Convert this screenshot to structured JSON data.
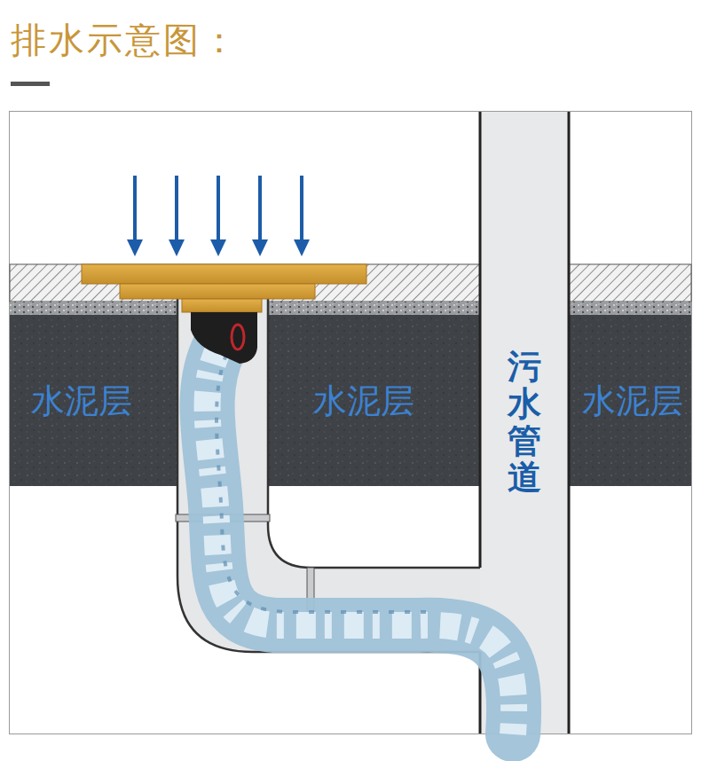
{
  "diagram": {
    "title": "排水示意图：",
    "nodes": [
      {
        "text": [
          "污水管道"
        ]
      }
    ],
    "labels": [
      "水泥层",
      "水泥层",
      "水泥层"
    ]
  }
}
